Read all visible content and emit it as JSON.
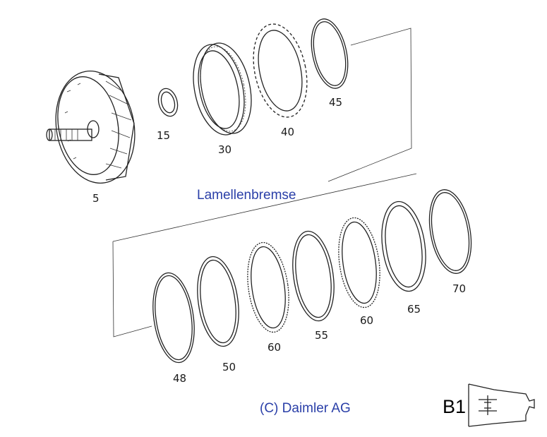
{
  "diagram": {
    "title": "Lamellenbremse",
    "copyright": "(C) Daimler AG",
    "group_label": "B1",
    "colors": {
      "title": "#2a3fa8",
      "copyright": "#2a3fa8",
      "line": "#222222"
    },
    "parts": [
      {
        "id": "5",
        "label": "5"
      },
      {
        "id": "15",
        "label": "15"
      },
      {
        "id": "30",
        "label": "30"
      },
      {
        "id": "40",
        "label": "40"
      },
      {
        "id": "45",
        "label": "45"
      },
      {
        "id": "48",
        "label": "48"
      },
      {
        "id": "50",
        "label": "50"
      },
      {
        "id": "60a",
        "label": "60"
      },
      {
        "id": "55",
        "label": "55"
      },
      {
        "id": "60b",
        "label": "60"
      },
      {
        "id": "65",
        "label": "65"
      },
      {
        "id": "70",
        "label": "70"
      }
    ]
  }
}
